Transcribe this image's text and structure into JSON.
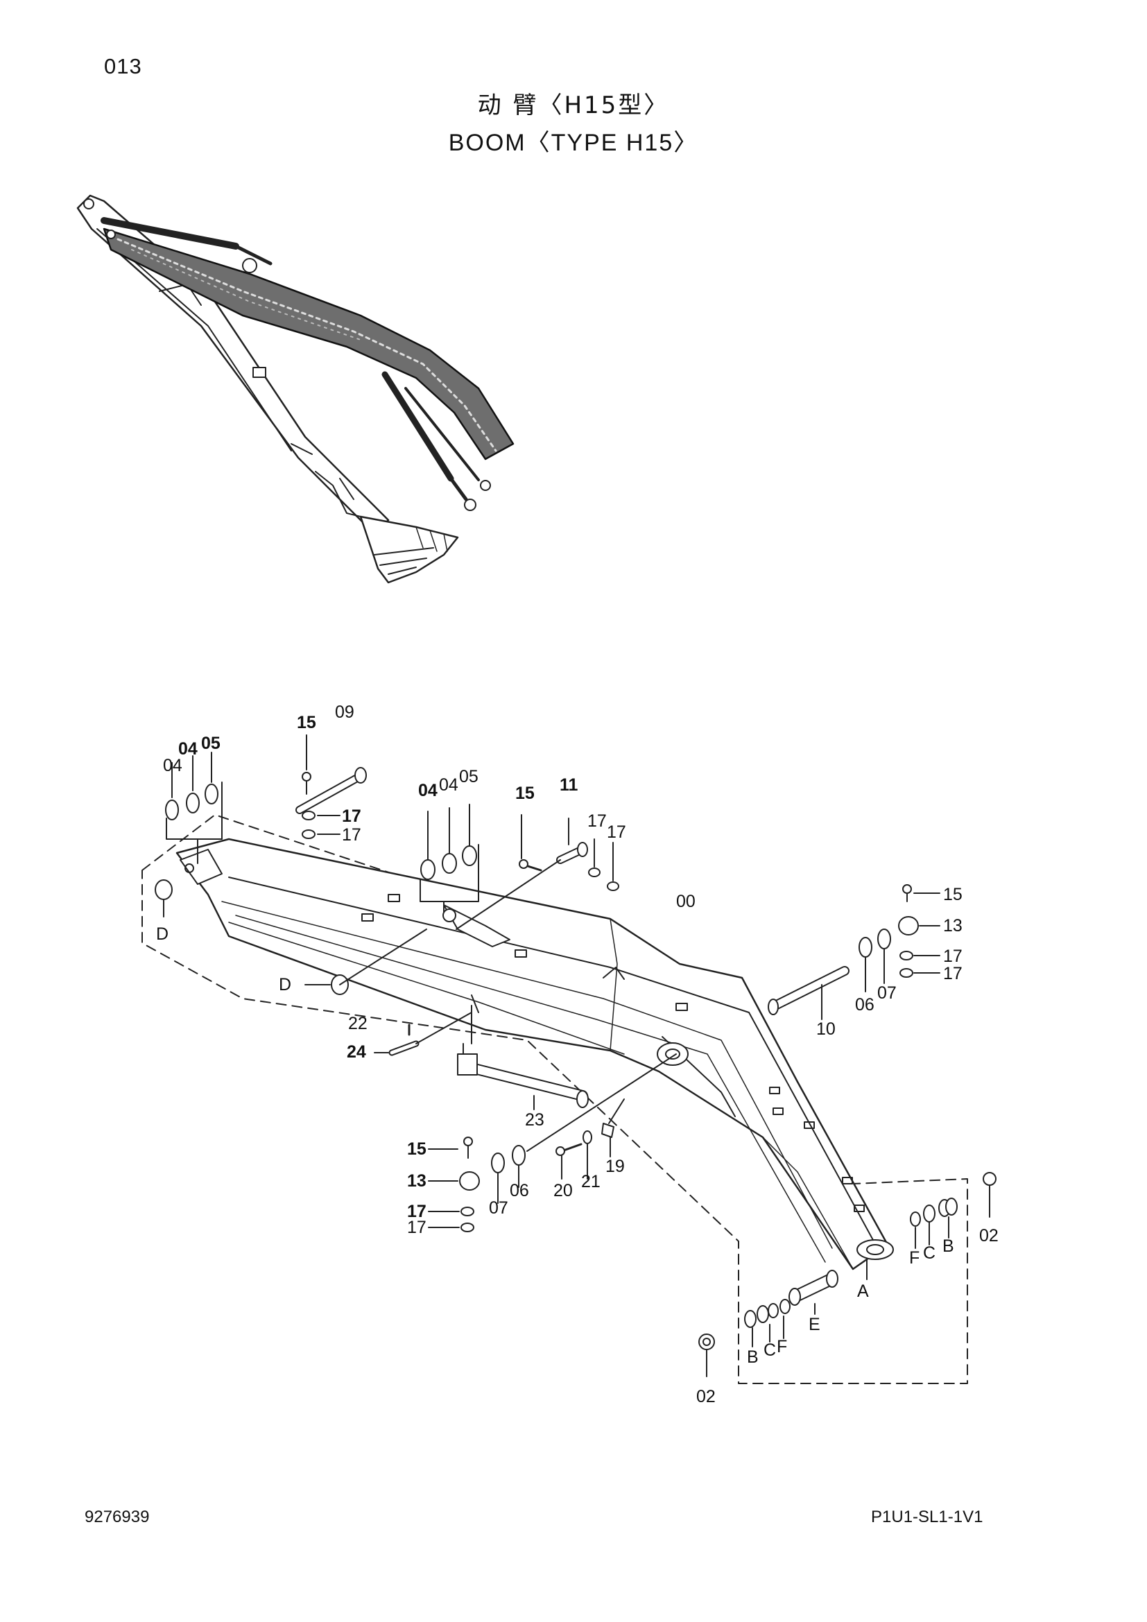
{
  "page": {
    "number": "013",
    "title_cn": "动 臂〈H15型〉",
    "title_en": "BOOM〈TYPE H15〉",
    "doc_code": "9276939",
    "model_code": "P1U1-SL1-1V1"
  },
  "callouts": {
    "c09": "09",
    "c15a": "15",
    "c04a": "04",
    "c04b": "04",
    "c05a": "05",
    "c17a": "17",
    "c17b": "17",
    "c04c": "04",
    "c04d": "04",
    "c05b": "05",
    "c15b": "15",
    "c11": "11",
    "c17c": "17",
    "c17d": "17",
    "c00": "00",
    "c15c": "15",
    "c13a": "13",
    "c17e": "17",
    "c17f": "17",
    "c06a": "06",
    "c07a": "07",
    "c10": "10",
    "cD1": "D",
    "cD2": "D",
    "c22": "22",
    "c24": "24",
    "c23": "23",
    "c15d": "15",
    "c13b": "13",
    "c17g": "17",
    "c17h": "17",
    "c07b": "07",
    "c06b": "06",
    "c20": "20",
    "c21": "21",
    "c19": "19",
    "cF1": "F",
    "cC1": "C",
    "cB1": "B",
    "c02a": "02",
    "cA": "A",
    "cB2": "B",
    "cC2": "C",
    "cF2": "F",
    "cE": "E",
    "c02b": "02"
  }
}
